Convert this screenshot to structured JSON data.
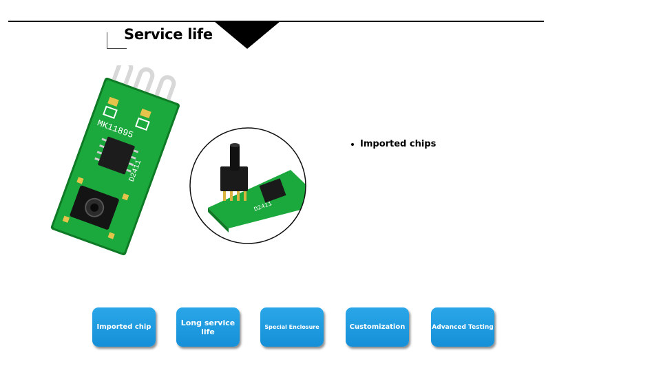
{
  "header": {
    "title": "Service life"
  },
  "features": {
    "bullets": [
      "Imported chips"
    ]
  },
  "labels": {
    "board_marking_1": "MK11895",
    "board_marking_2": "D2411",
    "closeup_marking": "D2411"
  },
  "buttons": [
    {
      "label": "Imported chip"
    },
    {
      "label": "Long service life"
    },
    {
      "label": "Special Enclosure"
    },
    {
      "label": "Customization"
    },
    {
      "label": "Advanced Testing"
    }
  ],
  "colors": {
    "accent": "#1E9BE2",
    "pcb_green": "#18A33A",
    "text": "#000000"
  }
}
